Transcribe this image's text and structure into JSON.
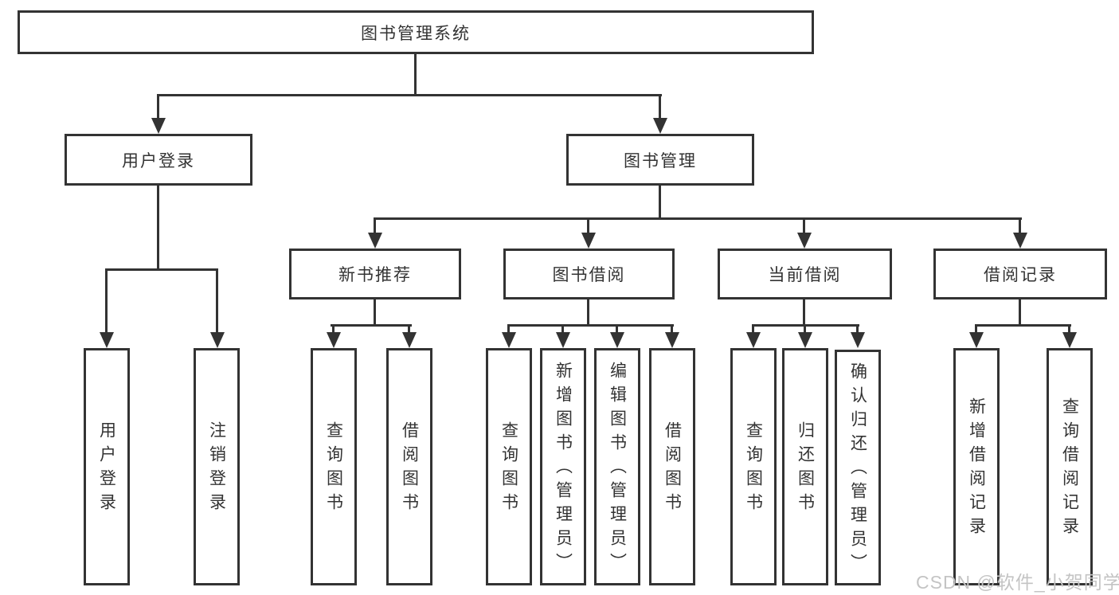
{
  "diagram": {
    "root": "图书管理系统",
    "level2": [
      "用户登录",
      "图书管理"
    ],
    "level3": [
      "新书推荐",
      "图书借阅",
      "当前借阅",
      "借阅记录"
    ],
    "level4": {
      "user_login": [
        "用户登录",
        "注销登录"
      ],
      "new_book": [
        "查询图书",
        "借阅图书"
      ],
      "book_borrow": [
        "查询图书",
        "新增图书（管理员）",
        "编辑图书（管理员）",
        "借阅图书"
      ],
      "current_borrow": [
        "查询图书",
        "归还图书",
        "确认归还（管理员）"
      ],
      "borrow_record": [
        "新增借阅记录",
        "查询借阅记录"
      ]
    }
  },
  "watermark": "CSDN @软件_小贺同学",
  "colors": {
    "line": "#333333",
    "box_background": "#ffffff",
    "page_background": "#ffffff",
    "watermark": "#c4c4c4"
  }
}
